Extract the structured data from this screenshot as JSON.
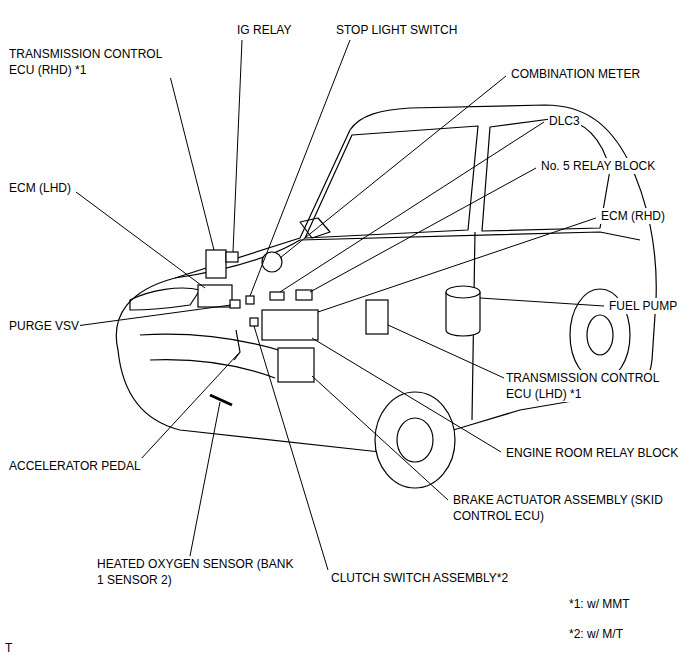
{
  "diagram": {
    "labels": [
      "TRANSMISSION CONTROL ECU (RHD) *1",
      "IG RELAY",
      "STOP LIGHT SWITCH",
      "COMBINATION METER",
      "DLC3",
      "No. 5 RELAY BLOCK",
      "ECM (LHD)",
      "ECM (RHD)",
      "PURGE VSV",
      "FUEL PUMP",
      "TRANSMISSION CONTROL ECU (LHD) *1",
      "ENGINE ROOM RELAY BLOCK",
      "BRAKE ACTUATOR ASSEMBLY (SKID CONTROL ECU)",
      "ACCELERATOR PEDAL",
      "HEATED OXYGEN SENSOR (BANK 1 SENSOR 2)",
      "CLUTCH SWITCH ASSEMBLY*2",
      "*1: w/ MMT",
      "*2: w/ M/T",
      "T"
    ]
  }
}
